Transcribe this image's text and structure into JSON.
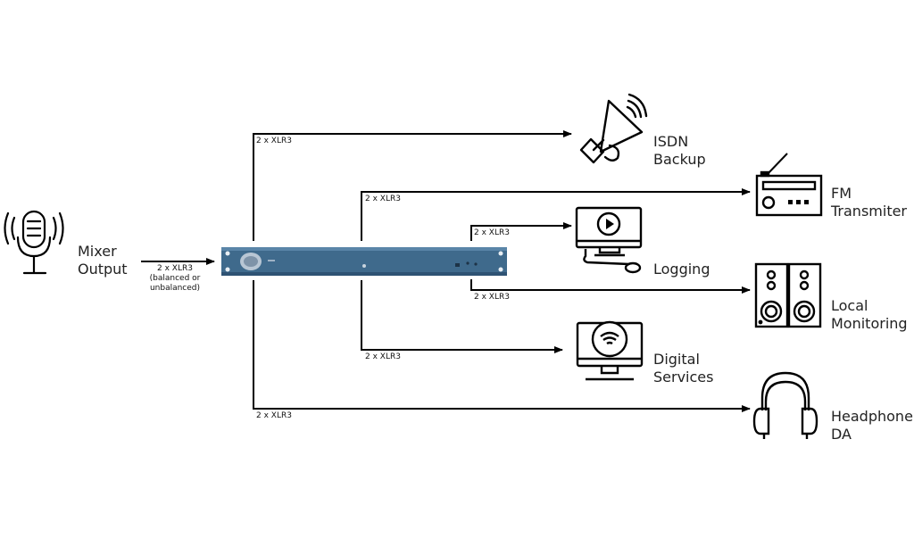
{
  "source": {
    "label_line1": "Mixer",
    "label_line2": "Output",
    "icon": "microphone-icon",
    "input_connection": {
      "line1": "2 x XLR3",
      "line2": "(balanced or",
      "line3": "unbalanced)"
    }
  },
  "device": {
    "name": "1U rack distribution amplifier",
    "color": "#3f6a8c"
  },
  "outputs": [
    {
      "id": "isdn",
      "label_line1": "ISDN",
      "label_line2": "Backup",
      "connection": "2 x XLR3",
      "icon": "megaphone-icon"
    },
    {
      "id": "fm",
      "label_line1": "FM",
      "label_line2": "Transmiter",
      "connection": "2 x XLR3",
      "icon": "radio-icon"
    },
    {
      "id": "logging",
      "label_line1": "Logging",
      "label_line2": "",
      "connection": "2 x XLR3",
      "icon": "monitor-play-icon"
    },
    {
      "id": "monitoring",
      "label_line1": "Local",
      "label_line2": "Monitoring",
      "connection": "2 x XLR3",
      "icon": "speakers-icon"
    },
    {
      "id": "digital",
      "label_line1": "Digital",
      "label_line2": "Services",
      "connection": "2 x XLR3",
      "icon": "monitor-wifi-icon"
    },
    {
      "id": "headphone",
      "label_line1": "Headphone",
      "label_line2": "DA",
      "connection": "2 x XLR3",
      "icon": "headphones-icon"
    }
  ],
  "colors": {
    "line": "#000000",
    "text": "#222222",
    "background": "#ffffff"
  }
}
